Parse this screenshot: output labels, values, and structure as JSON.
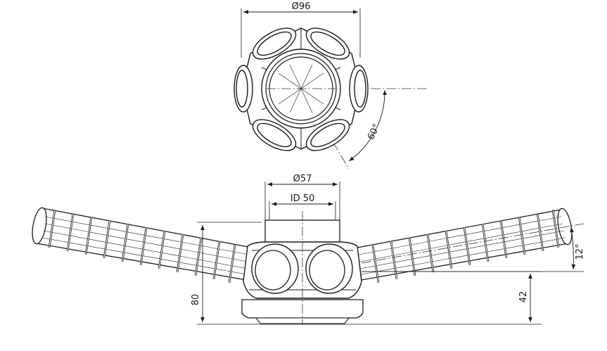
{
  "drawing": {
    "top_view": {
      "diameter_label": "Ø96",
      "angle_label": "60°"
    },
    "side_view": {
      "outer_diameter_label": "Ø57",
      "inner_diameter_label": "ID 50",
      "height_label": "80",
      "center_height_label": "42",
      "tilt_angle_label": "12°"
    },
    "colors": {
      "line": "#1a1a1a",
      "background": "#ffffff"
    }
  }
}
